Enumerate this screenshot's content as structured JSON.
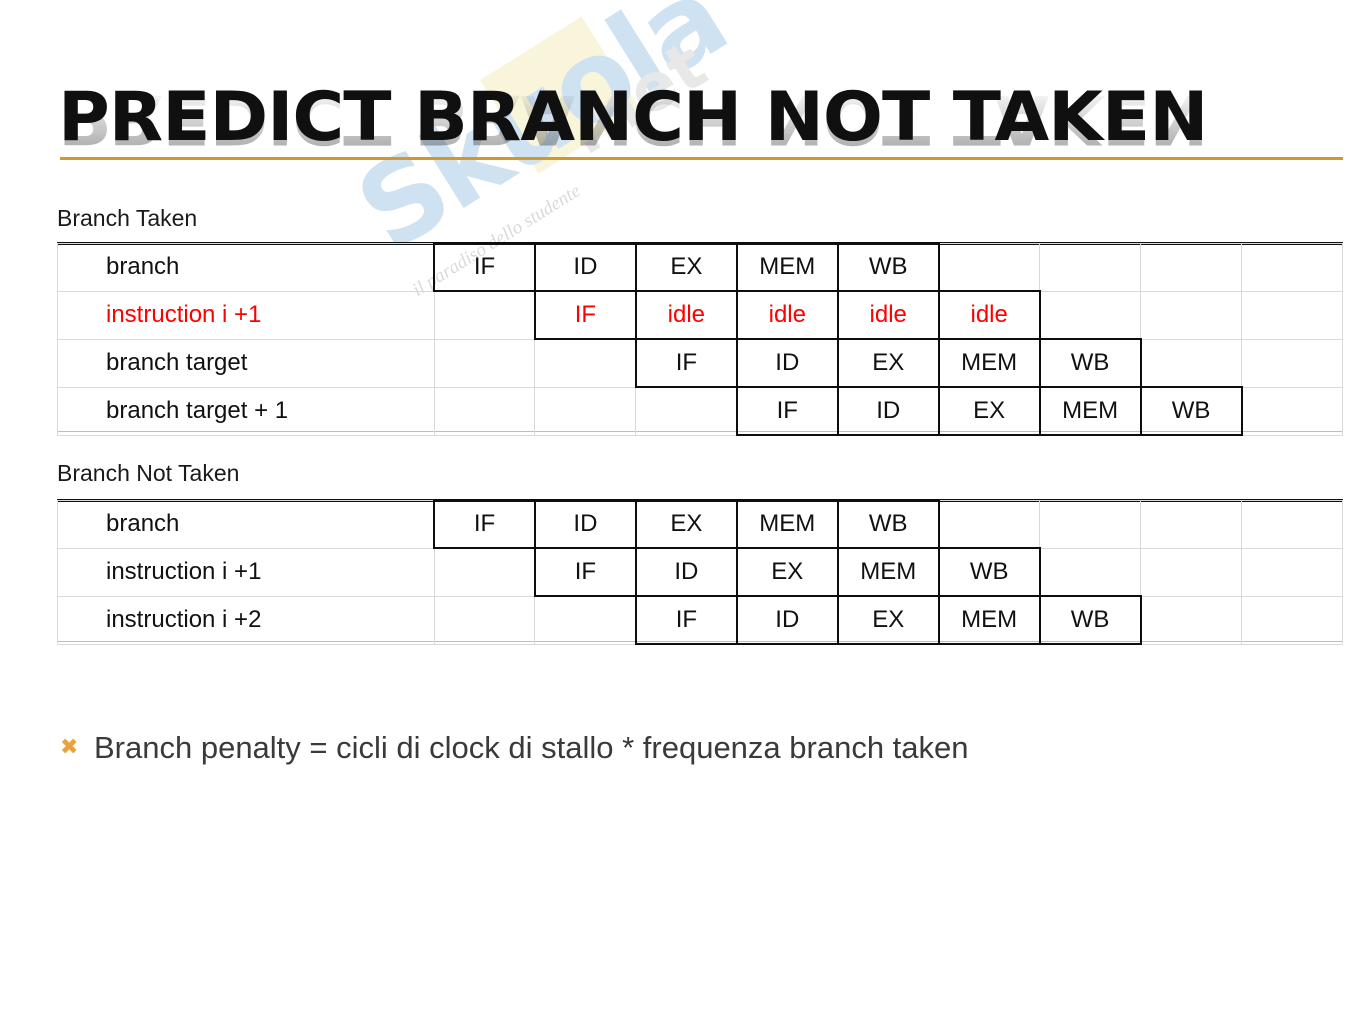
{
  "slide": {
    "title": "PREDICT BRANCH NOT TAKEN",
    "accent_color": "#d4972a",
    "stall_color": "#ff0000",
    "bullet_color": "#e8a33d"
  },
  "watermark": {
    "word": "Skuola",
    "suffix": ".net",
    "tagline": "il paradiso dello studente"
  },
  "sections": [
    {
      "label": "Branch Taken",
      "rows": [
        {
          "name": "branch",
          "offset": 0,
          "stages": [
            "IF",
            "ID",
            "EX",
            "MEM",
            "WB"
          ],
          "stall": false
        },
        {
          "name": "instruction i +1",
          "offset": 1,
          "stages": [
            "IF",
            "idle",
            "idle",
            "idle",
            "idle"
          ],
          "stall": true
        },
        {
          "name": "branch target",
          "offset": 2,
          "stages": [
            "IF",
            "ID",
            "EX",
            "MEM",
            "WB"
          ],
          "stall": false
        },
        {
          "name": "branch target + 1",
          "offset": 3,
          "stages": [
            "IF",
            "ID",
            "EX",
            "MEM",
            "WB"
          ],
          "stall": false
        }
      ]
    },
    {
      "label": "Branch Not Taken",
      "rows": [
        {
          "name": "branch",
          "offset": 0,
          "stages": [
            "IF",
            "ID",
            "EX",
            "MEM",
            "WB"
          ],
          "stall": false
        },
        {
          "name": "instruction i +1",
          "offset": 1,
          "stages": [
            "IF",
            "ID",
            "EX",
            "MEM",
            "WB"
          ],
          "stall": false
        },
        {
          "name": "instruction i +2",
          "offset": 2,
          "stages": [
            "IF",
            "ID",
            "EX",
            "MEM",
            "WB"
          ],
          "stall": false
        }
      ]
    }
  ],
  "bullet": {
    "mark": "✖",
    "text": "Branch penalty =  cicli di clock di stallo * frequenza branch taken"
  }
}
